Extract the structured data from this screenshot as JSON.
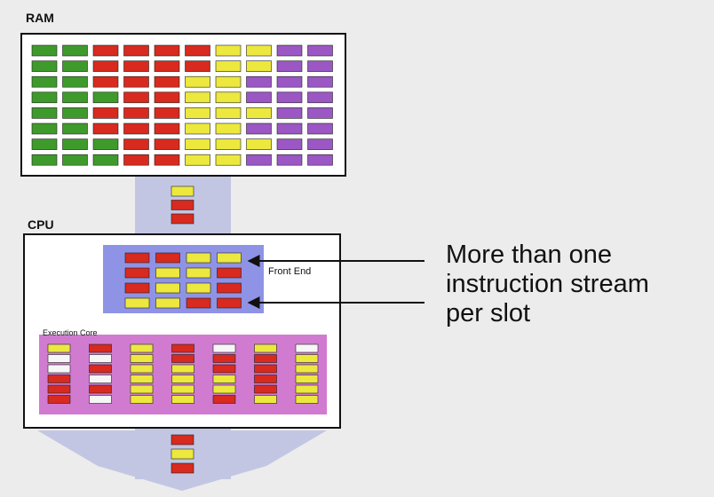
{
  "labels": {
    "ram": "RAM",
    "cpu": "CPU",
    "front_end": "Front End",
    "execution_core": "Execution Core"
  },
  "annotation": {
    "lines": [
      "More than one",
      "instruction stream",
      "per slot"
    ]
  },
  "colors": {
    "G": "#3f9a2c",
    "R": "#d82a1e",
    "Y": "#ece83e",
    "P": "#9b57c4",
    "W": "#f6f6f6",
    "band": "#c3c6e3",
    "front_end_bg": "#8f93e6",
    "execution_core_bg": "#d07bd0",
    "box_bg": "#ffffff",
    "box_border": "#111111"
  },
  "ram_grid": [
    "GGRRRRYYPP",
    "GGRRRRYYPP",
    "GGRRRYYPPP",
    "GGGRRYYPPP",
    "GGRRRYYYPP",
    "GGRRRYYPPP",
    "GGGRRYYYPP",
    "GGGRRYYPPP"
  ],
  "fetch_queue": [
    "Y",
    "R",
    "R"
  ],
  "front_end_grid": [
    "RRYY",
    "RYYR",
    "RYYR",
    "YYRR"
  ],
  "execution_columns": [
    "YWWRRR",
    "RWRWRW",
    "YYYYYY",
    "RRYYYY",
    "WRRYYR",
    "YRRRRY",
    "WYYYYY"
  ],
  "output_queue": [
    "R",
    "Y",
    "R"
  ]
}
